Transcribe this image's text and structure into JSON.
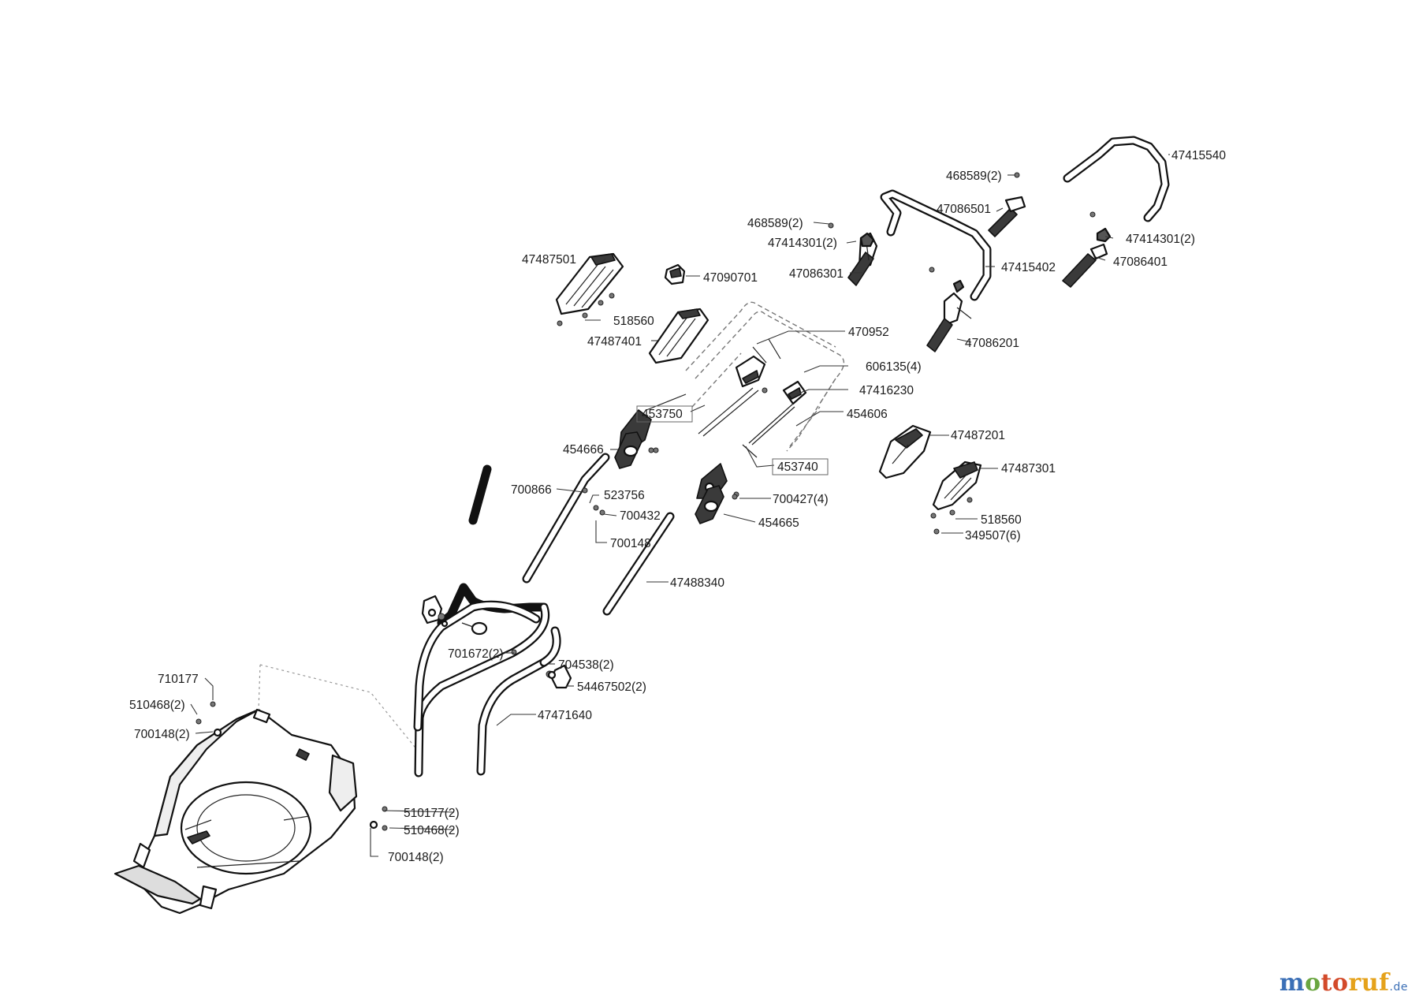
{
  "diagram": {
    "labels": [
      {
        "id": "l1",
        "text": "47415540"
      },
      {
        "id": "l2",
        "text": "468589(2)"
      },
      {
        "id": "l3",
        "text": "47086501"
      },
      {
        "id": "l4",
        "text": "468589(2)"
      },
      {
        "id": "l5",
        "text": "47414301(2)"
      },
      {
        "id": "l6",
        "text": "47414301(2)"
      },
      {
        "id": "l7",
        "text": "47086401"
      },
      {
        "id": "l8",
        "text": "47487501"
      },
      {
        "id": "l9",
        "text": "47090701"
      },
      {
        "id": "l10",
        "text": "47086301"
      },
      {
        "id": "l11",
        "text": "47415402"
      },
      {
        "id": "l12",
        "text": "518560"
      },
      {
        "id": "l13",
        "text": "470952"
      },
      {
        "id": "l14",
        "text": "47487401"
      },
      {
        "id": "l15",
        "text": "47086201"
      },
      {
        "id": "l16",
        "text": "606135(4)"
      },
      {
        "id": "l17",
        "text": "47416230"
      },
      {
        "id": "l18",
        "text": "453750"
      },
      {
        "id": "l19",
        "text": "454606"
      },
      {
        "id": "l20",
        "text": "47487201"
      },
      {
        "id": "l21",
        "text": "454666"
      },
      {
        "id": "l22",
        "text": "453740"
      },
      {
        "id": "l23",
        "text": "47487301"
      },
      {
        "id": "l24",
        "text": "700866"
      },
      {
        "id": "l25",
        "text": "523756"
      },
      {
        "id": "l26",
        "text": "700427(4)"
      },
      {
        "id": "l27",
        "text": "700432"
      },
      {
        "id": "l28",
        "text": "454665"
      },
      {
        "id": "l29",
        "text": "518560"
      },
      {
        "id": "l30",
        "text": "700148"
      },
      {
        "id": "l31",
        "text": "349507(6)"
      },
      {
        "id": "l32",
        "text": "47488340"
      },
      {
        "id": "l33",
        "text": "701672(2)"
      },
      {
        "id": "l34",
        "text": "704538(2)"
      },
      {
        "id": "l35",
        "text": "54467502(2)"
      },
      {
        "id": "l36",
        "text": "710177"
      },
      {
        "id": "l37",
        "text": "510468(2)"
      },
      {
        "id": "l38",
        "text": "47471640"
      },
      {
        "id": "l39",
        "text": "700148(2)"
      },
      {
        "id": "l40",
        "text": "510177(2)"
      },
      {
        "id": "l41",
        "text": "510468(2)"
      },
      {
        "id": "l42",
        "text": "700148(2)"
      }
    ]
  },
  "watermark": {
    "part1": "m",
    "part2": "o",
    "part3": "to",
    "part4": "ruf",
    "part5": ".de"
  }
}
